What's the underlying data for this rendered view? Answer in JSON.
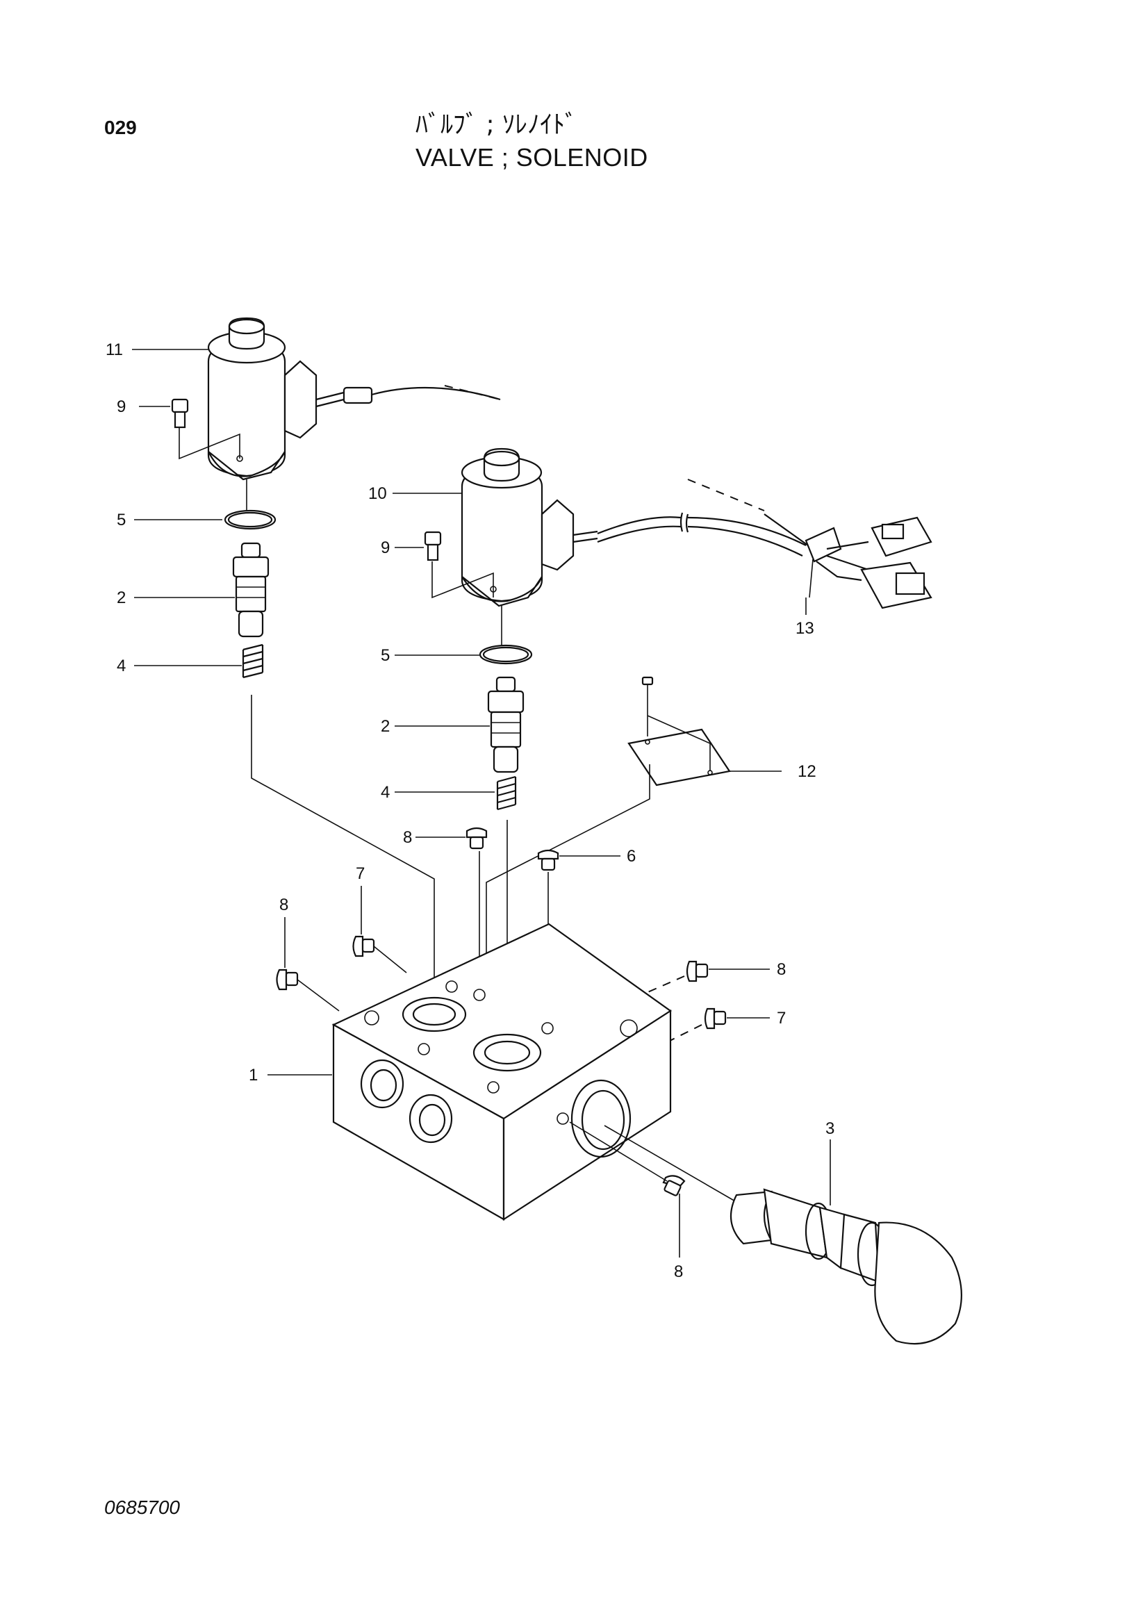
{
  "header": {
    "page_number": "029",
    "title_jp": "ﾊﾞﾙﾌﾞ ; ｿﾚﾉｲﾄﾞ",
    "title_en": "VALVE ; SOLENOID"
  },
  "footer": {
    "drawing_number": "0685700"
  },
  "callouts": [
    {
      "id": "c11",
      "label": "11"
    },
    {
      "id": "c9a",
      "label": "9"
    },
    {
      "id": "c5a",
      "label": "5"
    },
    {
      "id": "c2a",
      "label": "2"
    },
    {
      "id": "c4a",
      "label": "4"
    },
    {
      "id": "c10",
      "label": "10"
    },
    {
      "id": "c9b",
      "label": "9"
    },
    {
      "id": "c13",
      "label": "13"
    },
    {
      "id": "c5b",
      "label": "5"
    },
    {
      "id": "c2b",
      "label": "2"
    },
    {
      "id": "c12",
      "label": "12"
    },
    {
      "id": "c4b",
      "label": "4"
    },
    {
      "id": "c8a",
      "label": "8"
    },
    {
      "id": "c6",
      "label": "6"
    },
    {
      "id": "c7a",
      "label": "7"
    },
    {
      "id": "c8b",
      "label": "8"
    },
    {
      "id": "c8c",
      "label": "8"
    },
    {
      "id": "c7b",
      "label": "7"
    },
    {
      "id": "c1",
      "label": "1"
    },
    {
      "id": "c3",
      "label": "3"
    },
    {
      "id": "c8d",
      "label": "8"
    }
  ]
}
